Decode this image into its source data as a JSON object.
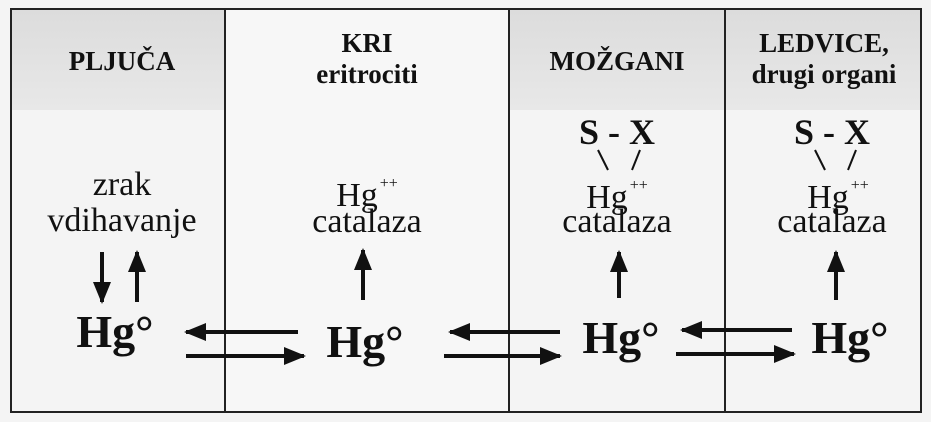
{
  "columns": [
    {
      "header": [
        "PLJUČA"
      ]
    },
    {
      "header": [
        "KRI",
        "eritrociti"
      ]
    },
    {
      "header": [
        "MOŽGANI"
      ]
    },
    {
      "header": [
        "LEDVICE,",
        "drugi organi"
      ]
    }
  ],
  "lungs": {
    "line1": "zrak",
    "line2": "vdihavanje",
    "hg": "Hg°"
  },
  "blood": {
    "hg_ion": "Hg",
    "charge": "++",
    "enzyme": "catalaza",
    "hg": "Hg°"
  },
  "brain": {
    "complex": "S - X",
    "hg_ion": "Hg",
    "charge": "++",
    "enzyme": "catalaza",
    "hg": "Hg°"
  },
  "kidney": {
    "complex": "S - X",
    "hg_ion": "Hg",
    "charge": "++",
    "enzyme": "catalaza",
    "hg": "Hg°"
  }
}
